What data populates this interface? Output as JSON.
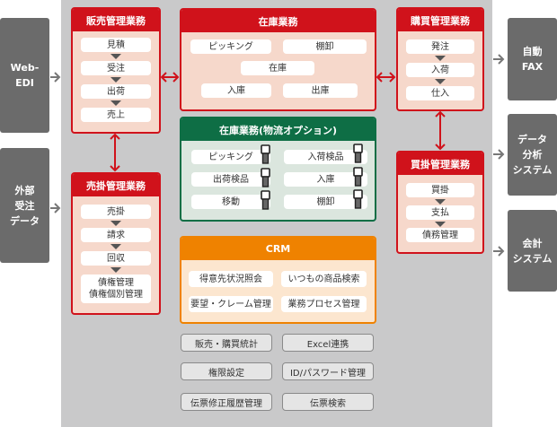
{
  "external_left": [
    "Web-\nEDI",
    "外部\n受注\nデータ"
  ],
  "external_right": [
    "自動\nFAX",
    "データ\n分析\nシステム",
    "会計\nシステム"
  ],
  "sales": {
    "title": "販売管理業務",
    "items": [
      "見積",
      "受注",
      "出荷",
      "売上"
    ]
  },
  "receivable": {
    "title": "売掛管理業務",
    "items": [
      "売掛",
      "請求",
      "回収",
      "債権管理\n債権個別管理"
    ]
  },
  "inventory": {
    "title": "在庫業務",
    "items": [
      "ピッキング",
      "棚卸",
      "在庫",
      "入庫",
      "出庫"
    ]
  },
  "logistics": {
    "title": "在庫業務(物流オプション)",
    "items": [
      "ピッキング",
      "入荷検品",
      "出荷検品",
      "入庫",
      "移動",
      "棚卸"
    ]
  },
  "crm": {
    "title": "CRM",
    "items": [
      "得意先状況照会",
      "いつもの商品検索",
      "要望・クレーム管理",
      "業務プロセス管理"
    ]
  },
  "purchase": {
    "title": "購買管理業務",
    "items": [
      "発注",
      "入荷",
      "仕入"
    ]
  },
  "payable": {
    "title": "買掛管理業務",
    "items": [
      "買掛",
      "支払",
      "債務管理"
    ]
  },
  "features": [
    "販売・購買統計",
    "Excel連携",
    "権限設定",
    "ID/パスワード管理",
    "伝票修正履歴管理",
    "伝票検索"
  ],
  "colors": {
    "red": "#d0121b",
    "green": "#0e6e45",
    "orange": "#ef8200",
    "gray": "#6b6b6b"
  }
}
